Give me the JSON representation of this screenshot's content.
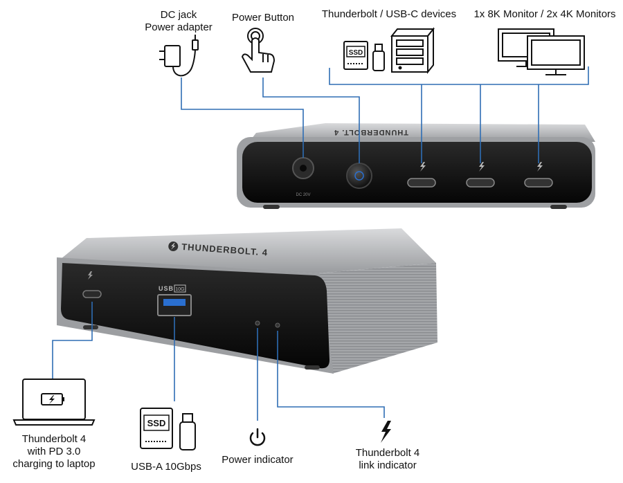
{
  "labels": {
    "dc_jack": [
      "DC jack",
      "Power adapter"
    ],
    "power_button": "Power Button",
    "tb_devices": "Thunderbolt / USB-C devices",
    "monitors": "1x 8K Monitor / 2x 4K Monitors",
    "laptop": [
      "Thunderbolt 4",
      "with PD 3.0",
      "charging to laptop"
    ],
    "usba": "USB-A 10Gbps",
    "power_indicator": "Power indicator",
    "tb_link": [
      "Thunderbolt 4",
      "link indicator"
    ]
  },
  "device_marks": {
    "brand": "THUNDERBOLT. 4",
    "usb_label": "USB",
    "usb_speed": "10G",
    "dc_label": "DC 20V",
    "ssd_top": "SSD",
    "ssd_bottom": "SSD"
  },
  "colors": {
    "connector_line": "#2e6db4",
    "device_body": "#a9abae",
    "device_face": "#121212",
    "port_accent": "#2a6fd0"
  },
  "icons": [
    "power-adapter-icon",
    "hand-pointer-icon",
    "ssd-icon",
    "usb-stick-icon",
    "nas-icon",
    "dual-monitor-icon",
    "laptop-charging-icon",
    "power-symbol-icon",
    "thunderbolt-bolt-icon"
  ]
}
